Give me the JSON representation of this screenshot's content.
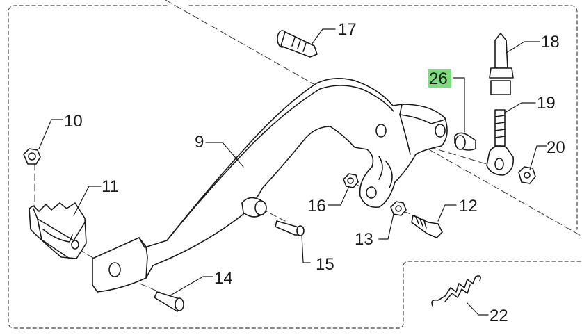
{
  "diagram": {
    "callouts": [
      {
        "id": "c9",
        "label": "9"
      },
      {
        "id": "c10",
        "label": "10"
      },
      {
        "id": "c11",
        "label": "11"
      },
      {
        "id": "c12",
        "label": "12"
      },
      {
        "id": "c13",
        "label": "13"
      },
      {
        "id": "c14",
        "label": "14"
      },
      {
        "id": "c15",
        "label": "15"
      },
      {
        "id": "c16",
        "label": "16"
      },
      {
        "id": "c17",
        "label": "17"
      },
      {
        "id": "c18",
        "label": "18"
      },
      {
        "id": "c19",
        "label": "19"
      },
      {
        "id": "c20",
        "label": "20"
      },
      {
        "id": "c22",
        "label": "22"
      },
      {
        "id": "c26",
        "label": "26",
        "highlighted": true
      }
    ],
    "colors": {
      "line": "#1a1a1a",
      "dash": "#444444",
      "highlight": "#7ddc7d"
    }
  }
}
